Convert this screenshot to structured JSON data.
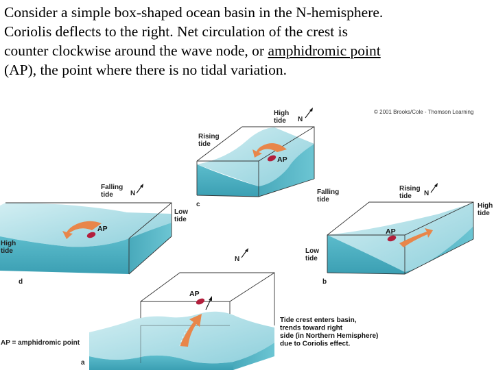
{
  "intro": {
    "before": "Consider a simple box-shaped ocean basin in the N-hemisphere.  Coriolis deflects to the right.  Net circulation of the crest is counter clockwise around the wave node, or ",
    "term": "amphidromic point",
    "after": " (AP), the point where there is no tidal variation."
  },
  "copyright": "© 2001 Brooks/Cole - Thomson Learning",
  "north": "N",
  "ap": "AP",
  "panels": {
    "a": {
      "letter": "a",
      "note_lines": [
        "Tide crest enters basin,",
        "trends toward right",
        "side (in Northern Hemisphere)",
        "due to Coriolis effect."
      ]
    },
    "b": {
      "letter": "b",
      "rising": [
        "Rising",
        "tide"
      ],
      "high": [
        "High",
        "tide"
      ],
      "low": [
        "Low",
        "tide"
      ]
    },
    "c": {
      "letter": "c",
      "high": [
        "High",
        "tide"
      ],
      "rising": [
        "Rising",
        "tide"
      ],
      "falling": [
        "Falling",
        "tide"
      ]
    },
    "d": {
      "letter": "d",
      "falling": [
        "Falling",
        "tide"
      ],
      "low": [
        "Low",
        "tide"
      ],
      "high": [
        "High",
        "tide"
      ]
    }
  },
  "legend": "AP = amphidromic point",
  "colors": {
    "water_top": "#a9dde5",
    "water_side": "#4bb1c3",
    "arrow": "#e8864a",
    "ap_dot": "#b21f3c"
  }
}
